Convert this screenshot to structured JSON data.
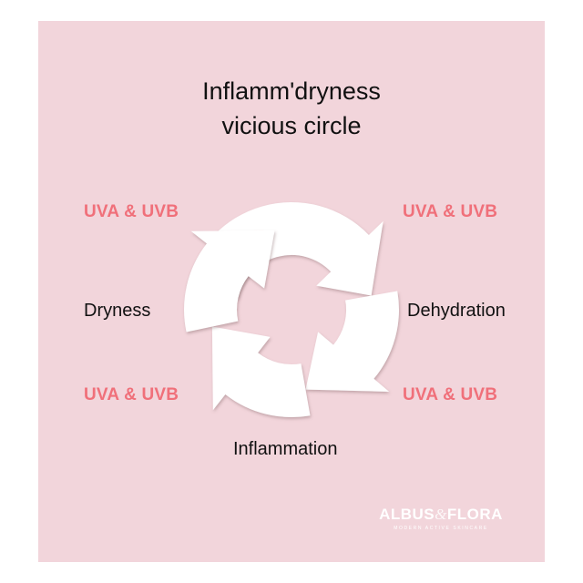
{
  "diagram": {
    "title_line1": "Inflamm'dryness",
    "title_line2": "vicious circle",
    "uv_label_top_left": "UVA & UVB",
    "uv_label_top_right": "UVA & UVB",
    "uv_label_bottom_left": "UVA & UVB",
    "uv_label_bottom_right": "UVA & UVB",
    "stage_left": "Dryness",
    "stage_right": "Dehydration",
    "stage_bottom": "Inflammation",
    "colors": {
      "background": "#f2d5db",
      "uv_text": "#f0707a",
      "arrows": "#ffffff"
    }
  },
  "brand": {
    "name_part1": "ALBUS",
    "name_amp": "&",
    "name_part2": "FLORA",
    "tagline": "MODERN ACTIVE SKINCARE"
  }
}
